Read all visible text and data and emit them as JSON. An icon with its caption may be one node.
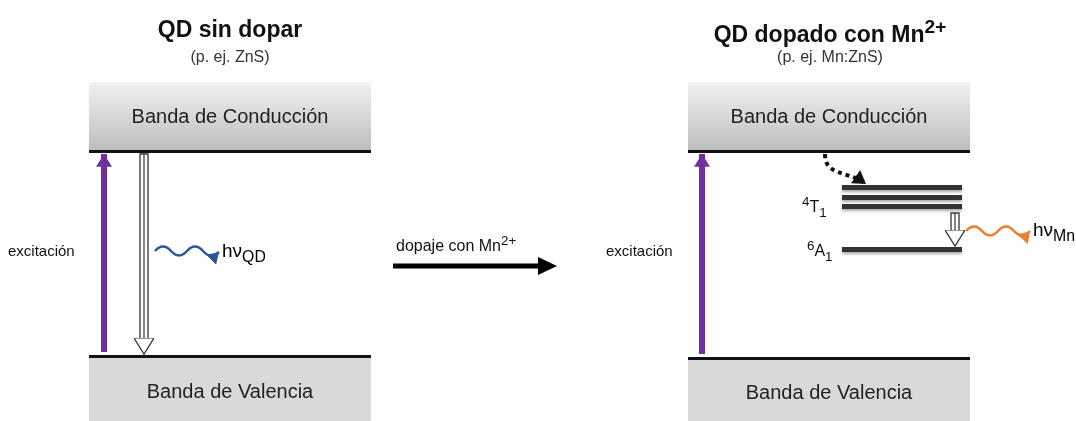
{
  "diagram": {
    "nodes": [
      {
        "text": [
          "Banda de Conducción"
        ]
      },
      {
        "text": [
          "Banda de Valencia"
        ]
      },
      {
        "text": [
          "Banda de Conducción"
        ]
      },
      {
        "text": [
          "Banda de Valencia"
        ]
      },
      {
        "text": [],
        "shape": "bar",
        "beside": [
          "$^{4}$T$_{1}$"
        ]
      },
      {
        "text": [],
        "shape": "bar",
        "beside": [
          "$^{6}$A$_{1}$"
        ]
      },
      {
        "text": [
          "hν$_{QD}$"
        ]
      },
      {
        "text": [
          "hν$_{Mn}$"
        ]
      }
    ],
    "edges": [
      {
        "from": 1,
        "to": 0,
        "arrow": "to",
        "style": "thick",
        "color": "#7030a0"
      },
      {
        "from": 0,
        "to": 1,
        "arrow": "to",
        "color": "#333333"
      },
      {
        "from": null,
        "to": 6,
        "arrow": "to",
        "color": "#2f5597"
      },
      {
        "from": 3,
        "to": 2,
        "arrow": "to",
        "style": "thick",
        "color": "#7030a0"
      },
      {
        "from": 2,
        "to": 4,
        "arrow": "to",
        "style": "dashed",
        "color": "#111111"
      },
      {
        "from": 4,
        "to": 5,
        "arrow": "to",
        "color": "#333333"
      },
      {
        "from": null,
        "to": 7,
        "arrow": "to",
        "color": "#ed7d31"
      }
    ],
    "labels": [
      "QD sin dopar",
      "(p. ej. ZnS)",
      "excitación",
      "dopaje con Mn$^{2+}$",
      "QD dopado con Mn$^{2+}$",
      "(p. ej. Mn:ZnS)",
      "excitación"
    ]
  }
}
